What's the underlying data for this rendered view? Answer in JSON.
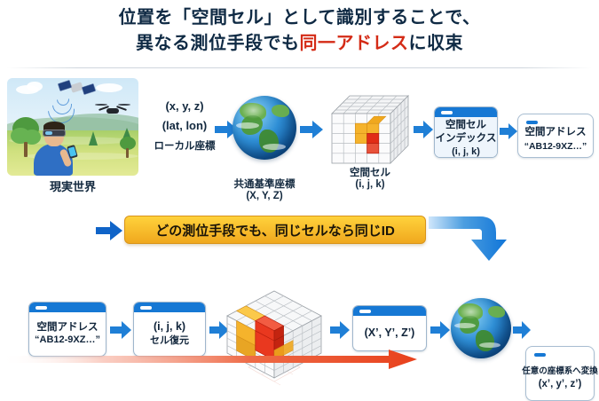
{
  "title": {
    "line1": "位置を「空間セル」として識別することで、",
    "line2_prefix": "異なる測位手段でも",
    "line2_accent": "同一アドレス",
    "line2_suffix": "に収束",
    "accent_color": "#d42b16",
    "text_color": "#0f2a44"
  },
  "flow_top": {
    "real_world": {
      "label": "現実世界",
      "icons": [
        "ar-headset-person-icon",
        "satellite-icon",
        "drone-icon",
        "signal-wave-icon",
        "tree-icon"
      ]
    },
    "coords": {
      "line1": "(x, y, z)",
      "line2": "(lat, lon)",
      "line3": "ローカル座標"
    },
    "globe": {
      "label_line1": "共通基準座標",
      "label_line2": "(X, Y, Z)"
    },
    "cell_cube": {
      "label_line1": "空間セル",
      "label_line2": "(i, j, k)",
      "highlight_colors": [
        "#f0a81e",
        "#e02b17"
      ]
    },
    "index_card": {
      "line1": "空間セル",
      "line2": "インデックス",
      "line3": "(i, j, k)"
    },
    "address_card": {
      "line1": "空間アドレス",
      "line2": "“AB12-9XZ…”"
    }
  },
  "banner": {
    "text": "どの測位手段でも、同じセルなら同じID",
    "fill_start": "#ffd23c",
    "fill_end": "#f0a81e"
  },
  "flow_bottom": {
    "address_card": {
      "line1": "空間アドレス",
      "line2": "“AB12-9XZ…”"
    },
    "restore_card": {
      "line1": "(i, j, k)",
      "line2": "セル復元"
    },
    "iso_cube": {
      "highlight_colors": [
        "#f0a81e",
        "#e02b17"
      ]
    },
    "world_coord_card": {
      "line1": "(X’, Y’, Z’)"
    },
    "globe": {},
    "convert_card": {
      "line1": "任意の座標系へ変換",
      "line2": "(x’, y’, z’)"
    }
  },
  "colors": {
    "arrow_blue": "#1f7fd6",
    "arrow_blue_dark": "#1464b4",
    "red_sweep": "#e8411c",
    "card_border": "#9fb6cc",
    "card_header": "#1678d4"
  }
}
